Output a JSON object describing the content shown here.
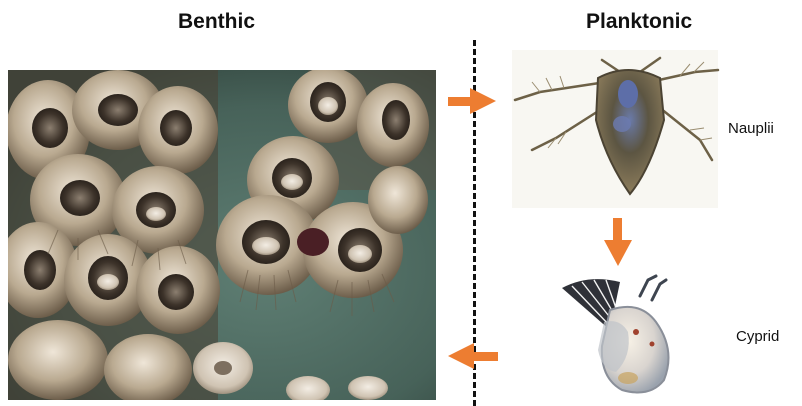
{
  "headings": {
    "benthic": "Benthic",
    "planktonic": "Planktonic"
  },
  "stages": {
    "nauplii": "Nauplii",
    "cyprid": "Cyprid"
  },
  "colors": {
    "arrow": "#ed7d31",
    "divider": "#111111",
    "rock": "#4f6e65",
    "barnacle_shell": "#b8aa95",
    "barnacle_dark": "#3b3128",
    "barnacle_light": "#e6ddd0"
  },
  "icons": {
    "photo": "barnacle-colony-photo",
    "nauplius": "nauplius-larva",
    "cyprid": "cyprid-larva"
  }
}
